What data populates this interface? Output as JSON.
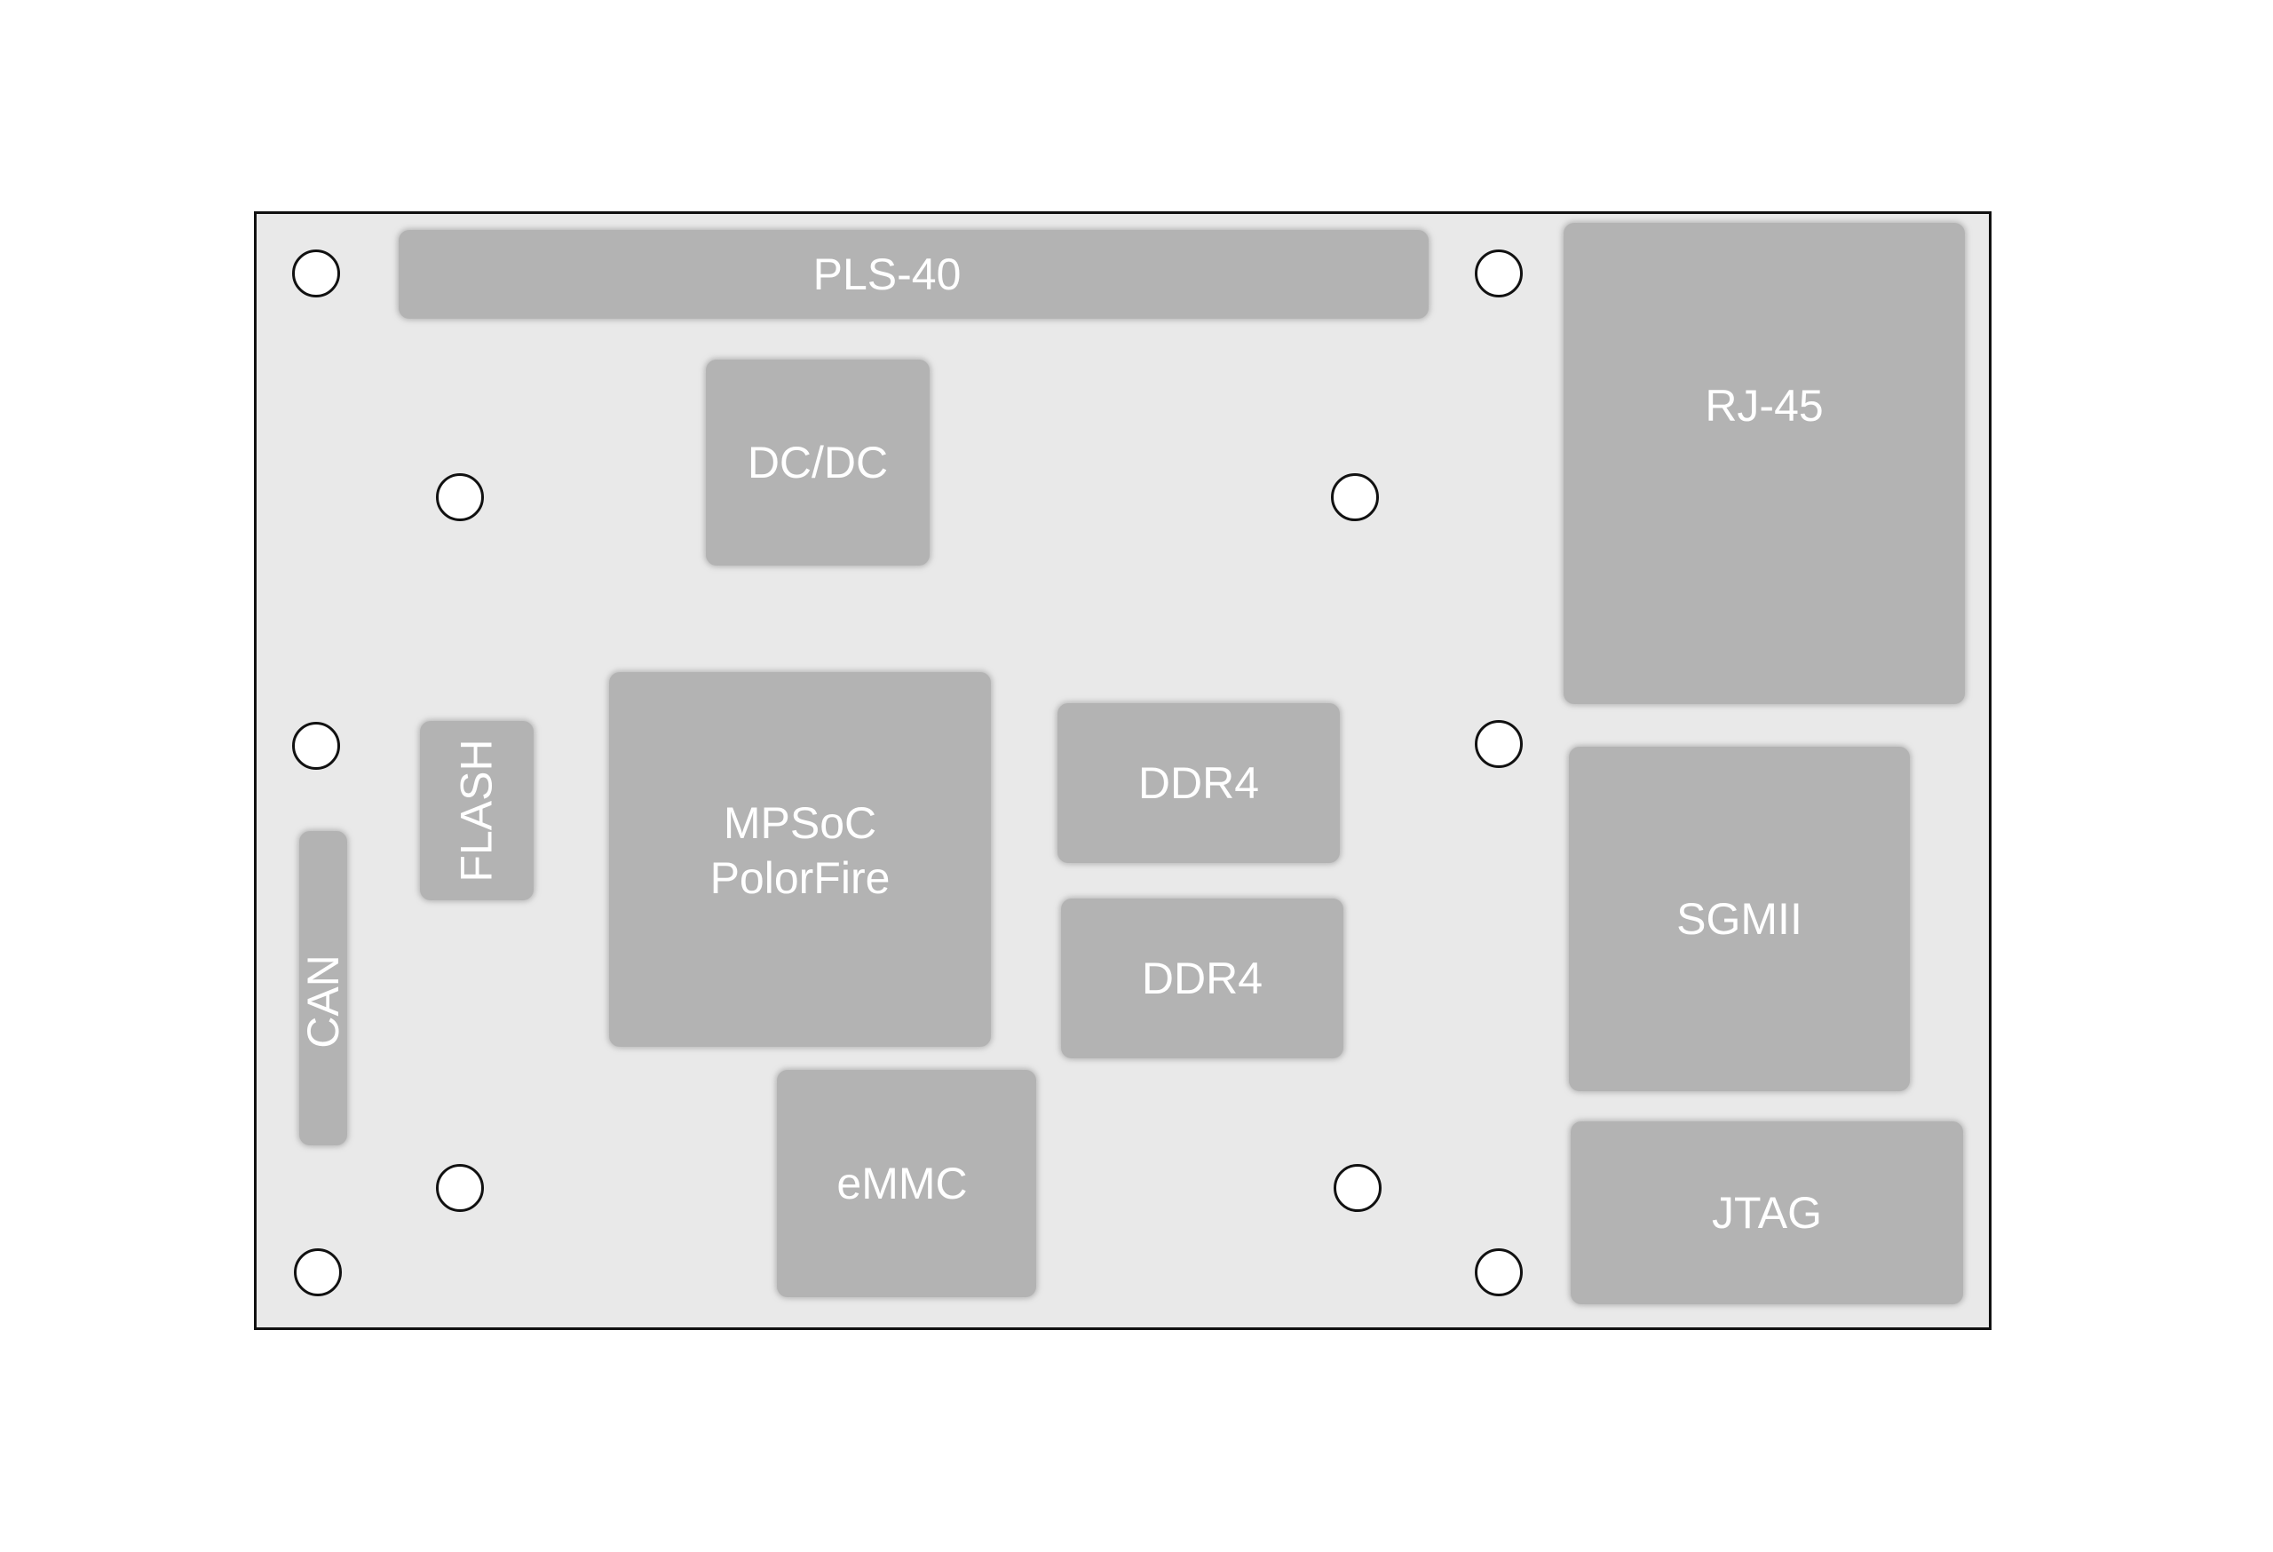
{
  "board": {
    "components": {
      "pls40": "PLS-40",
      "dcdc": "DC/DC",
      "rj45": "RJ-45",
      "flash": "FLASH",
      "can": "CAN",
      "mpsoc_line1": "MPSoC",
      "mpsoc_line2": "PolorFire",
      "ddr4_top": "DDR4",
      "ddr4_bottom": "DDR4",
      "sgmii": "SGMII",
      "emmc": "eMMC",
      "jtag": "JTAG"
    }
  },
  "colors": {
    "board_fill": "#e9e9e9",
    "board_outline": "#111111",
    "component_fill": "#b3b3b3",
    "component_text": "#ffffff",
    "hole_fill": "#ffffff"
  }
}
